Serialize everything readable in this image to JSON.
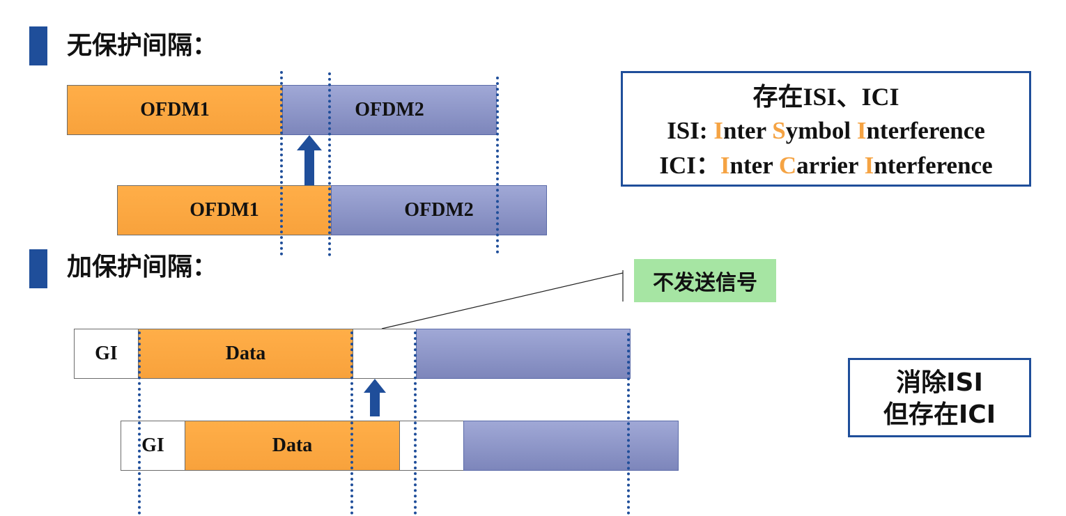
{
  "sections": {
    "no_guard": {
      "title": "无保护间隔："
    },
    "with_guard": {
      "title": "加保护间隔："
    }
  },
  "no_guard_diagram": {
    "row1": {
      "ofdm1": "OFDM1",
      "ofdm2": "OFDM2"
    },
    "row2": {
      "ofdm1": "OFDM1",
      "ofdm2": "OFDM2"
    }
  },
  "guard_diagram": {
    "row1": {
      "gi": "GI",
      "data": "Data"
    },
    "row2": {
      "gi": "GI",
      "data": "Data"
    },
    "callout": "不发送信号"
  },
  "info_box": {
    "line1": "存在ISI、ICI",
    "isi": {
      "prefix": "ISI: ",
      "i": "I",
      "nter": "nter ",
      "s": "S",
      "ymbol": "ymbol ",
      "i2": "I",
      "nterference": "nterference"
    },
    "ici": {
      "prefix": "ICI：",
      "i": "I",
      "nter": "nter ",
      "c": "C",
      "arrier": "arrier ",
      "i2": "I",
      "nterference": "nterference"
    }
  },
  "result_box": {
    "line1": "消除ISI",
    "line2": "但存在ICI"
  },
  "colors": {
    "accent_blue": "#1f4e9a",
    "orange": "#f8a23c",
    "symbol_blue": "#8a92c6",
    "callout_green": "#a6e5a3",
    "highlight": "#f5a343"
  }
}
